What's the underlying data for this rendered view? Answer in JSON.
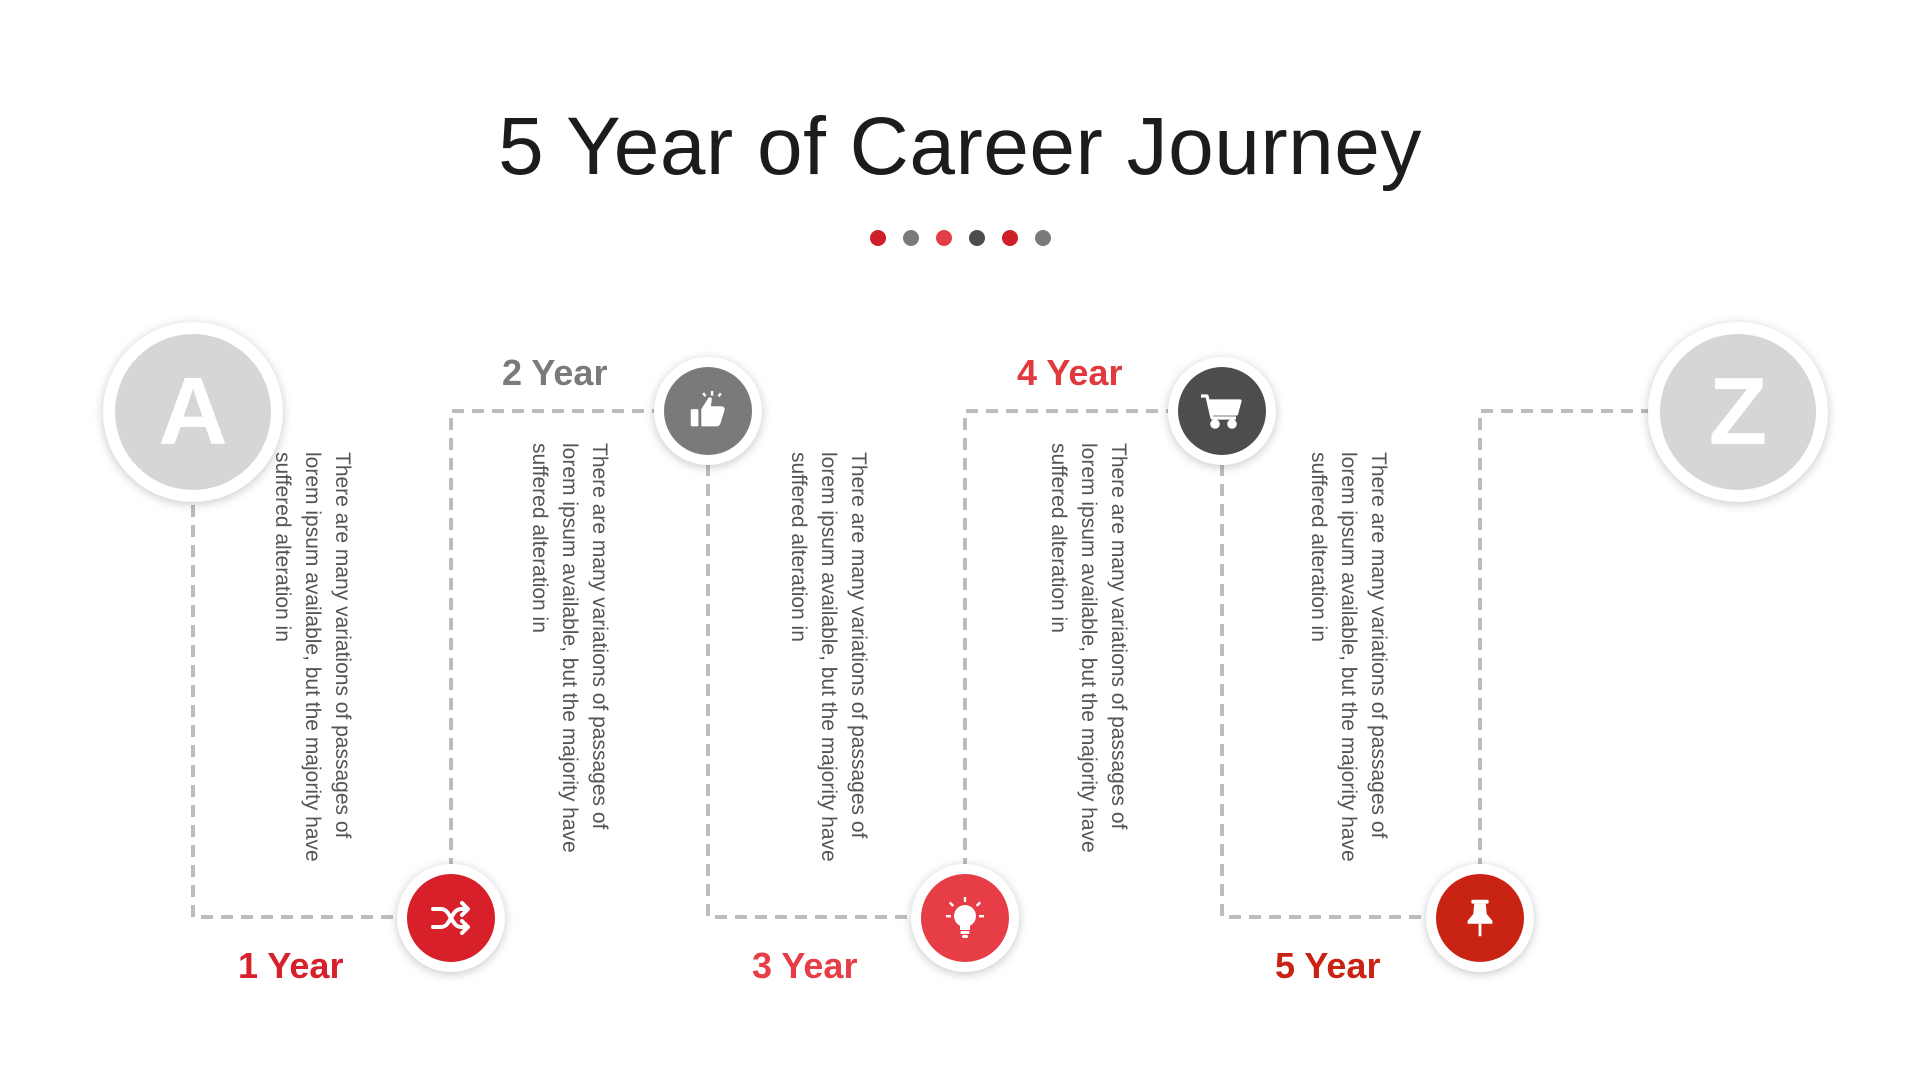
{
  "title": "5 Year of Career Journey",
  "decor_dots": [
    "#cc1f27",
    "#7a7a7a",
    "#e23d46",
    "#4d4d4d",
    "#cc1f27",
    "#7a7a7a"
  ],
  "endpoints": {
    "start": {
      "letter": "A",
      "color": "#d6d6d6"
    },
    "end": {
      "letter": "Z",
      "color": "#d6d6d6"
    }
  },
  "milestones": [
    {
      "label": "1 Year",
      "icon": "shuffle-icon",
      "color": "#d8202a",
      "label_color": "#d8202a",
      "description": "There are many variations of passages of lorem ipsum available, but the majority have suffered alteration in"
    },
    {
      "label": "2 Year",
      "icon": "thumbs-up-icon",
      "color": "#7a7a7a",
      "label_color": "#7a7a7a",
      "description": "There are many variations of passages of lorem ipsum available, but the majority have suffered alteration in"
    },
    {
      "label": "3 Year",
      "icon": "lightbulb-icon",
      "color": "#e63d47",
      "label_color": "#e63d47",
      "description": "There are many variations of passages of lorem ipsum available, but the majority have suffered alteration in"
    },
    {
      "label": "4 Year",
      "icon": "shopping-cart-icon",
      "color": "#4d4d4d",
      "label_color": "#e03a3e",
      "description": "There are many variations of passages of lorem ipsum available, but the majority have suffered alteration in"
    },
    {
      "label": "5 Year",
      "icon": "pushpin-icon",
      "color": "#c92413",
      "label_color": "#c92413",
      "description": "There are many variations of passages of lorem ipsum available, but the majority have suffered alteration in"
    }
  ]
}
